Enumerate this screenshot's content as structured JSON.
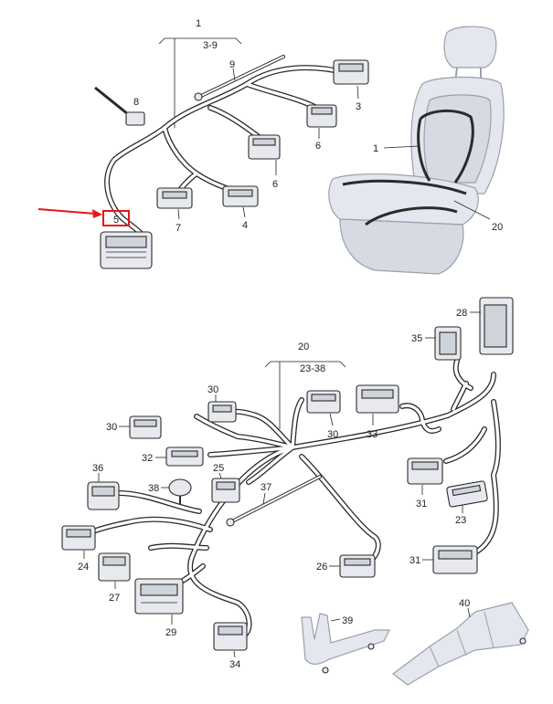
{
  "callouts": {
    "c1": "1",
    "c1_range": "3-9",
    "c9": "9",
    "c8": "8",
    "c3": "3",
    "c6a": "6",
    "c6b": "6",
    "c4": "4",
    "c7": "7",
    "c5": "5",
    "c1_seat": "1",
    "c20_seat": "20",
    "c20": "20",
    "c20_range": "23-38",
    "c28": "28",
    "c35": "35",
    "c30a": "30",
    "c30b": "30",
    "c30c": "30",
    "c33": "33",
    "c32": "32",
    "c36": "36",
    "c38": "38",
    "c25": "25",
    "c37": "37",
    "c31a": "31",
    "c23": "23",
    "c31b": "31",
    "c24": "24",
    "c26": "26",
    "c27": "27",
    "c29": "29",
    "c34": "34",
    "c39": "39",
    "c40": "40"
  },
  "highlight": {
    "part": "5",
    "color": "#e8141b"
  },
  "colors": {
    "harness": "#2b2b2b",
    "seat_fill": "#e4e7ee",
    "arrow": "#e8141b"
  }
}
